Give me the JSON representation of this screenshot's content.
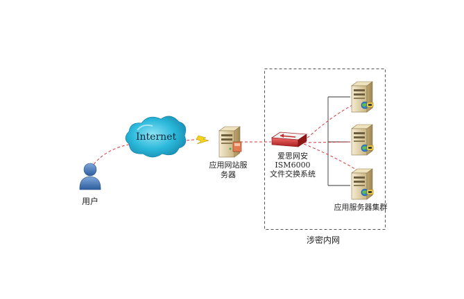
{
  "labels": {
    "user": "用户",
    "internet": "Internet",
    "web_server_line1": "应用网站服",
    "web_server_line2": "务器",
    "ism_line1": "爱思网安",
    "ism_line2": "ISM6000",
    "ism_line3": "文件交换系统",
    "server_cluster": "应用服务器集群",
    "intranet": "涉密内网"
  },
  "colors": {
    "dashed_link": "#d9363e",
    "zone_border": "#555555",
    "cloud": "#25b3d6",
    "user_figure": "#3f73b8",
    "server_body": "#e6d5a8",
    "device_body": "#cc2a2a"
  },
  "icons": [
    "user-icon",
    "cloud-icon",
    "lightning-icon",
    "web-server-icon",
    "exchange-device-icon",
    "app-server-icon",
    "globe-icon"
  ]
}
